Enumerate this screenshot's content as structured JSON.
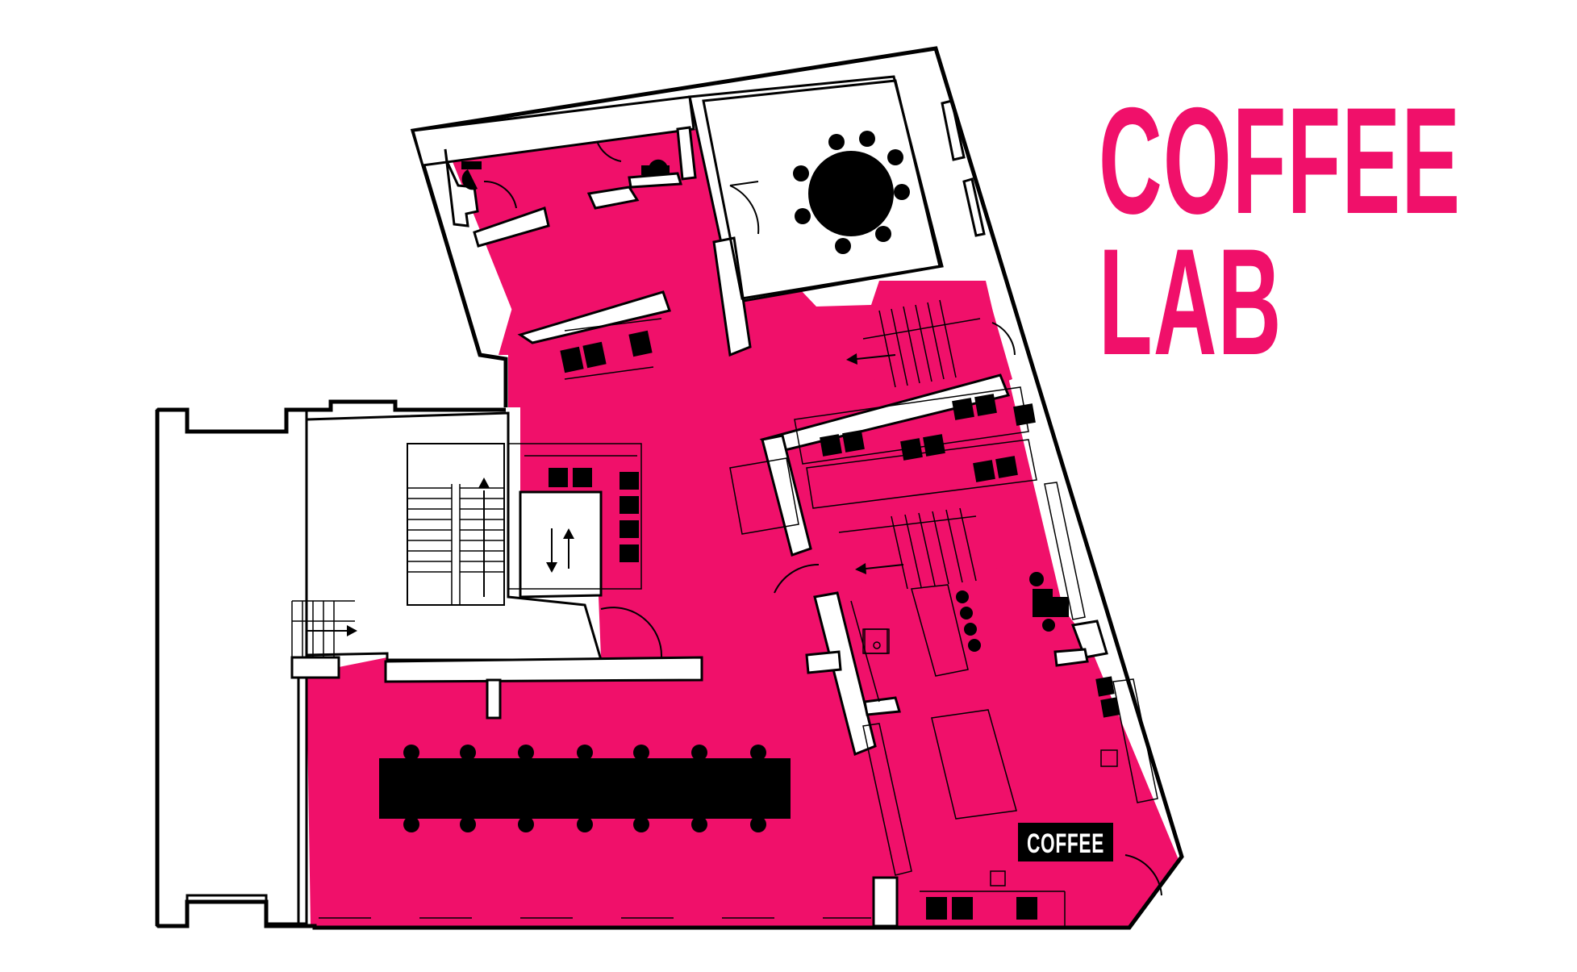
{
  "title": {
    "line1": "COFFEE",
    "line2": "LAB"
  },
  "labels": {
    "coffee_bar": "COFFEE"
  },
  "colors": {
    "accent": "#f0106a",
    "wall": "#000000",
    "background": "#ffffff"
  },
  "icons": [
    "arrow-up-icon",
    "arrow-right-icon",
    "arrow-left-icon",
    "arrows-up-down-icon"
  ]
}
